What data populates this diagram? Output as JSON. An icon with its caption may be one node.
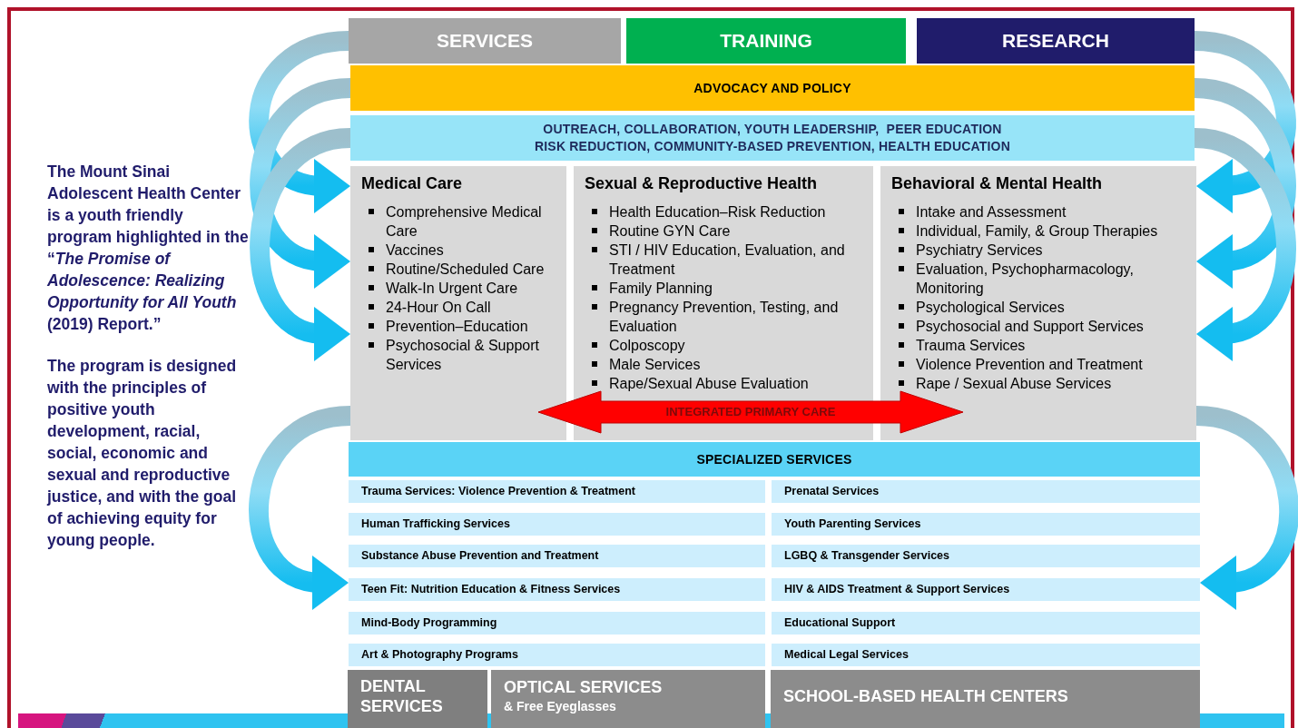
{
  "diagram": {
    "nodes": [
      {
        "text": [
          "SERVICES"
        ]
      },
      {
        "text": [
          "TRAINING"
        ]
      },
      {
        "text": [
          "RESEARCH"
        ]
      },
      {
        "text": [
          "ADVOCACY AND POLICY"
        ]
      },
      {
        "text": [
          "OUTREACH, COLLABORATION, YOUTH LEADERSHIP,  PEER EDUCATION",
          "RISK REDUCTION, COMMUNITY-BASED PREVENTION, HEALTH EDUCATION"
        ]
      },
      {
        "text": [
          "Medical Care",
          "Comprehensive Medical Care",
          "Vaccines",
          "Routine/Scheduled Care",
          "Walk-In Urgent Care",
          "24-Hour On Call",
          "Prevention–Education",
          "Psychosocial & Support Services"
        ]
      },
      {
        "text": [
          "Sexual & Reproductive Health",
          "Health Education–Risk Reduction",
          "Routine GYN Care",
          "STI / HIV Education, Evaluation, and Treatment",
          "Family Planning",
          "Pregnancy Prevention, Testing, and Evaluation",
          "Colposcopy",
          "Male Services",
          "Rape/Sexual Abuse Evaluation"
        ]
      },
      {
        "text": [
          "Behavioral & Mental Health",
          "Intake and Assessment",
          "Individual, Family, & Group Therapies",
          "Psychiatry Services",
          "Evaluation, Psychopharmacology, Monitoring",
          "Psychological Services",
          "Psychosocial and Support Services",
          "Trauma Services",
          "Violence Prevention and Treatment",
          "Rape / Sexual Abuse Services"
        ]
      },
      {
        "text": [
          "INTEGRATED PRIMARY CARE"
        ]
      },
      {
        "text": [
          "SPECIALIZED SERVICES"
        ]
      },
      {
        "text": [
          "Trauma Services: Violence Prevention & Treatment"
        ]
      },
      {
        "text": [
          "Prenatal Services"
        ]
      },
      {
        "text": [
          "Human Trafficking Services"
        ]
      },
      {
        "text": [
          "Youth Parenting Services"
        ]
      },
      {
        "text": [
          "Substance Abuse Prevention and Treatment"
        ]
      },
      {
        "text": [
          "LGBQ & Transgender Services"
        ]
      },
      {
        "text": [
          "Teen Fit: Nutrition Education & Fitness Services"
        ]
      },
      {
        "text": [
          "HIV & AIDS Treatment & Support Services"
        ]
      },
      {
        "text": [
          "Mind-Body Programming"
        ]
      },
      {
        "text": [
          "Educational Support"
        ]
      },
      {
        "text": [
          "Art & Photography Programs"
        ]
      },
      {
        "text": [
          "Medical Legal Services"
        ]
      },
      {
        "text": [
          "DENTAL SERVICES"
        ]
      },
      {
        "text": [
          "OPTICAL SERVICES",
          "& Free Eyeglasses"
        ]
      },
      {
        "text": [
          "SCHOOL-BASED HEALTH CENTERS"
        ]
      }
    ],
    "edges": [
      {
        "from": 0,
        "to": 5,
        "arrow": "to"
      },
      {
        "from": 3,
        "to": 5,
        "arrow": "to"
      },
      {
        "from": 4,
        "to": 5,
        "arrow": "to"
      },
      {
        "from": 2,
        "to": 7,
        "arrow": "to"
      },
      {
        "from": 3,
        "to": 7,
        "arrow": "to"
      },
      {
        "from": 4,
        "to": 7,
        "arrow": "to"
      },
      {
        "from": 5,
        "to": 16,
        "arrow": "to"
      },
      {
        "from": 7,
        "to": 17,
        "arrow": "to"
      }
    ],
    "labels": [
      "The Mount Sinai Adolescent Health Center is a youth friendly program highlighted in the “*The Promise of Adolescence: Realizing Opportunity for All Youth* (2019) Report.”",
      "The program is designed with the principles of positive youth development, racial, social, economic and sexual and reproductive justice, and with the goal of achieving equity for young people."
    ]
  }
}
